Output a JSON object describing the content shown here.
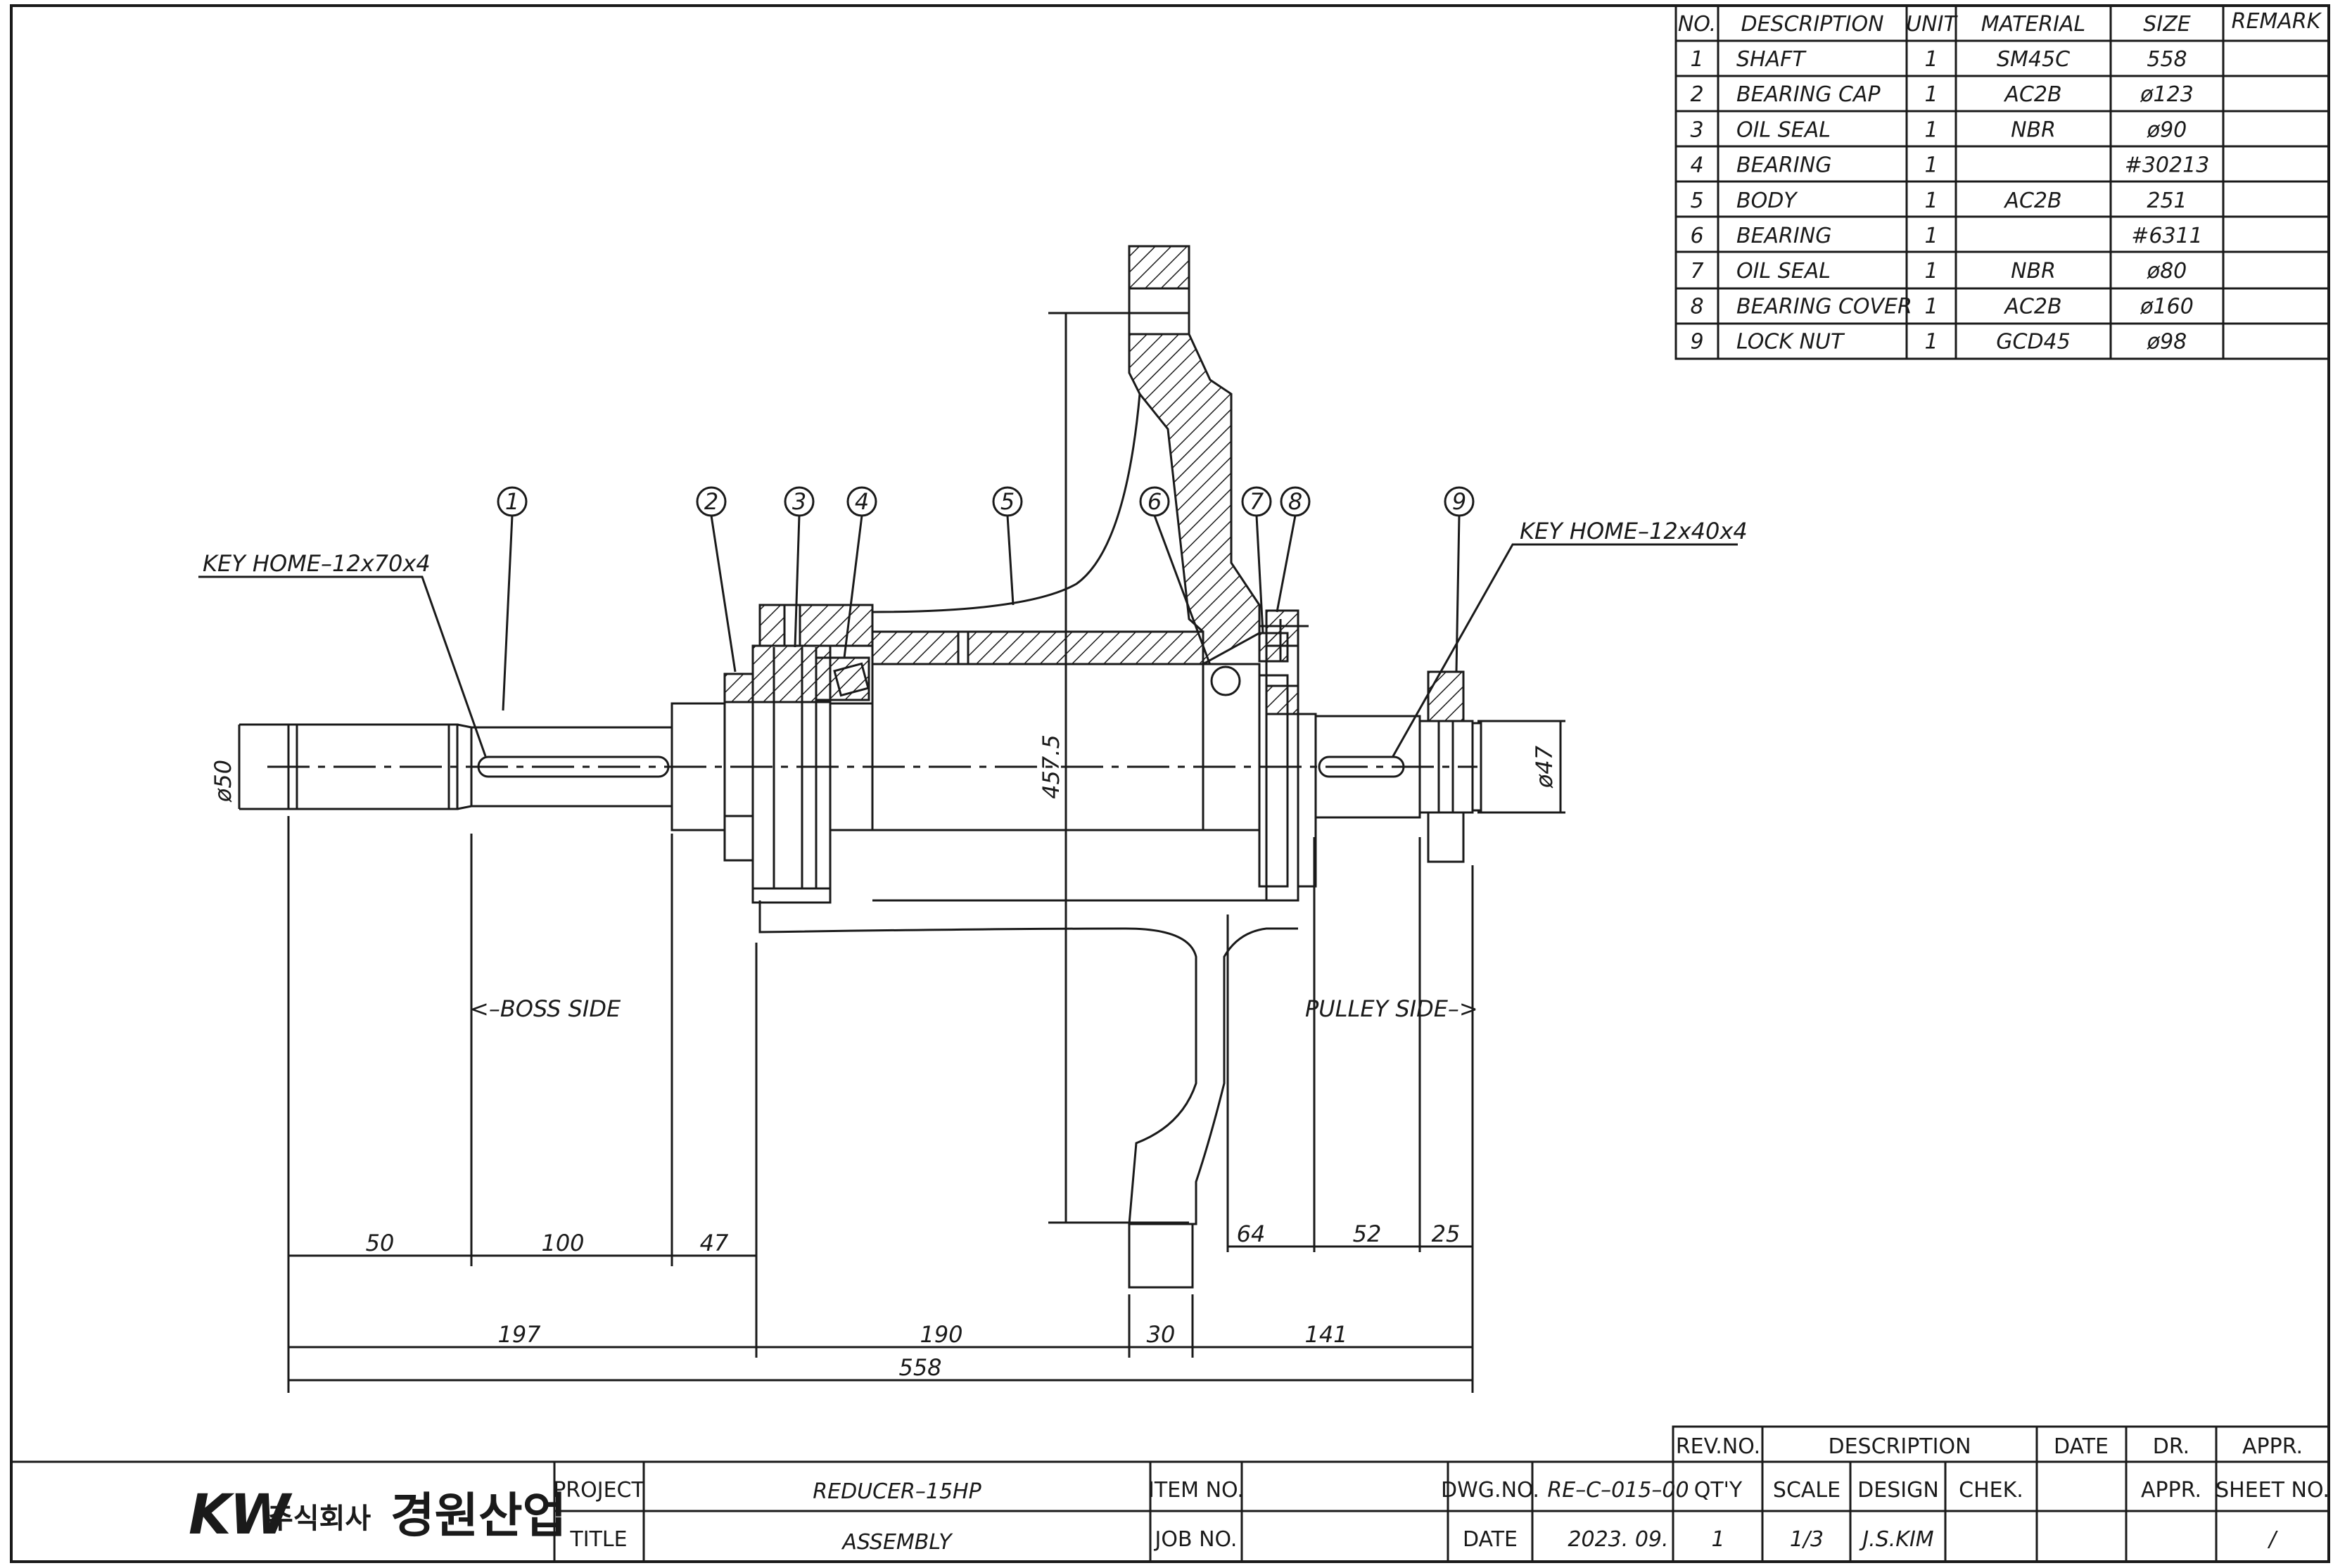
{
  "bom": {
    "headers": {
      "no": "NO.",
      "description": "DESCRIPTION",
      "unit": "UNIT",
      "material": "MATERIAL",
      "size": "SIZE",
      "remark": "REMARK"
    },
    "rows": [
      {
        "no": "1",
        "description": "SHAFT",
        "unit": "1",
        "material": "SM45C",
        "size": "558"
      },
      {
        "no": "2",
        "description": "BEARING  CAP",
        "unit": "1",
        "material": "AC2B",
        "size": "ø123"
      },
      {
        "no": "3",
        "description": "OIL  SEAL",
        "unit": "1",
        "material": "NBR",
        "size": "ø90"
      },
      {
        "no": "4",
        "description": "BEARING",
        "unit": "1",
        "material": "",
        "size": "#30213"
      },
      {
        "no": "5",
        "description": "BODY",
        "unit": "1",
        "material": "AC2B",
        "size": "251"
      },
      {
        "no": "6",
        "description": "BEARING",
        "unit": "1",
        "material": "",
        "size": "#6311"
      },
      {
        "no": "7",
        "description": "OIL  SEAL",
        "unit": "1",
        "material": "NBR",
        "size": "ø80"
      },
      {
        "no": "8",
        "description": "BEARING  COVER",
        "unit": "1",
        "material": "AC2B",
        "size": "ø160"
      },
      {
        "no": "9",
        "description": "LOCK  NUT",
        "unit": "1",
        "material": "GCD45",
        "size": "ø98"
      }
    ]
  },
  "drawing": {
    "balloons": [
      "1",
      "2",
      "3",
      "4",
      "5",
      "6",
      "7",
      "8",
      "9"
    ],
    "labels": {
      "key_left": "KEY  HOME–12x70x4",
      "key_right": "KEY  HOME–12x40x4",
      "boss_side": "<–BOSS  SIDE",
      "pulley_side": "PULLEY  SIDE–>",
      "dia_left": "ø50",
      "dia_right": "ø47",
      "height": "457.5"
    },
    "dims": {
      "d50": "50",
      "d100": "100",
      "d47": "47",
      "d64": "64",
      "d52": "52",
      "d25": "25",
      "d197": "197",
      "d190": "190",
      "d30": "30",
      "d141": "141",
      "d558": "558"
    }
  },
  "title_block": {
    "company_latin": "KW",
    "company_small": "주식회사",
    "company_name": "경원산업",
    "project_label": "PROJECT",
    "project": "REDUCER–15HP",
    "title_label": "TITLE",
    "title": "ASSEMBLY",
    "item_no_label": "ITEM NO.",
    "item_no": "",
    "job_no_label": "JOB NO.",
    "job_no": "",
    "dwg_no_label": "DWG.NO.",
    "dwg_no": "RE–C–015–00",
    "date_label": "DATE",
    "date": "2023.   09.",
    "rev_no_label": "REV.NO.",
    "rev_description_label": "DESCRIPTION",
    "rev_date_label": "DATE",
    "dr_label": "DR.",
    "appr_label": "APPR.",
    "qty_label": "QT'Y",
    "scale_label": "SCALE",
    "design_label": "DESIGN",
    "chek_label": "CHEK.",
    "appr2_label": "APPR.",
    "sheet_no_label": "SHEET NO.",
    "qty": "1",
    "scale": "1/3",
    "design": "J.S.KIM",
    "sheet_no": "/"
  },
  "colors": {
    "ink": "#1a1a1a",
    "logo_red": "#d8372f",
    "logo_green": "#2e9e4a",
    "logo_blue": "#1f55b8"
  }
}
